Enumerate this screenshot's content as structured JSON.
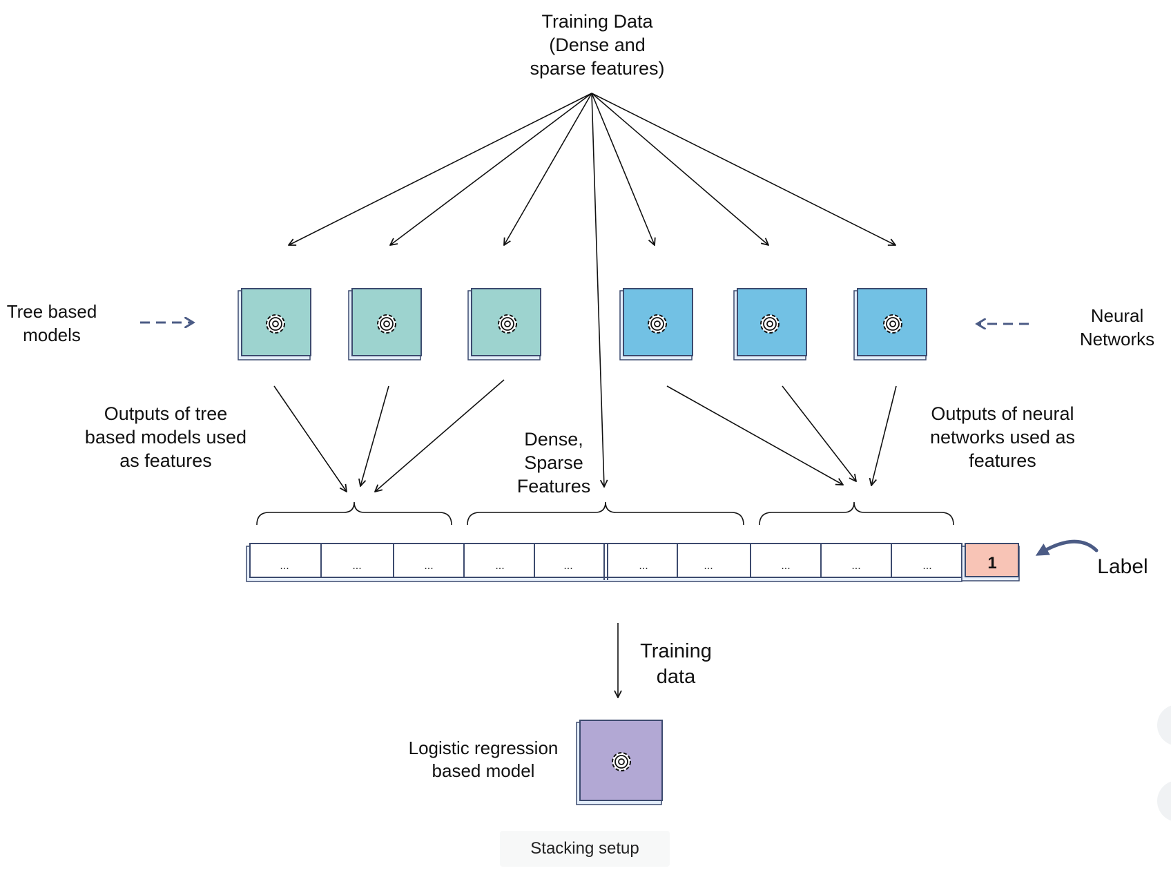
{
  "labels": {
    "training_data": "Training Data\n(Dense and\nsparse features)",
    "tree_models": "Tree based\nmodels",
    "neural_networks": "Neural\nNetworks",
    "tree_outputs": "Outputs of tree\nbased models used\nas features",
    "dense_sparse": "Dense,\nSparse\nFeatures",
    "nn_outputs": "Outputs of neural\nnetworks used as\nfeatures",
    "label": "Label",
    "training_data_arrow": "Training\ndata",
    "logistic_model": "Logistic regression\nbased model"
  },
  "feature_vector": {
    "cells": [
      "...",
      "...",
      "...",
      "...",
      "...",
      "...",
      "...",
      "...",
      "...",
      "..."
    ],
    "label_value": "1"
  },
  "caption": "Stacking setup",
  "colors": {
    "tree_model": "#9dd3cf",
    "neural_model": "#72c1e4",
    "logistic_model": "#b2a8d4",
    "label_cell": "#f8c4b6",
    "outline": "#3c4a6e",
    "arrow": "#111111",
    "dashed_arrow": "#4b5b85"
  },
  "icons": {
    "model": "gear-icon",
    "label_pointer": "curved-arrow-icon"
  }
}
